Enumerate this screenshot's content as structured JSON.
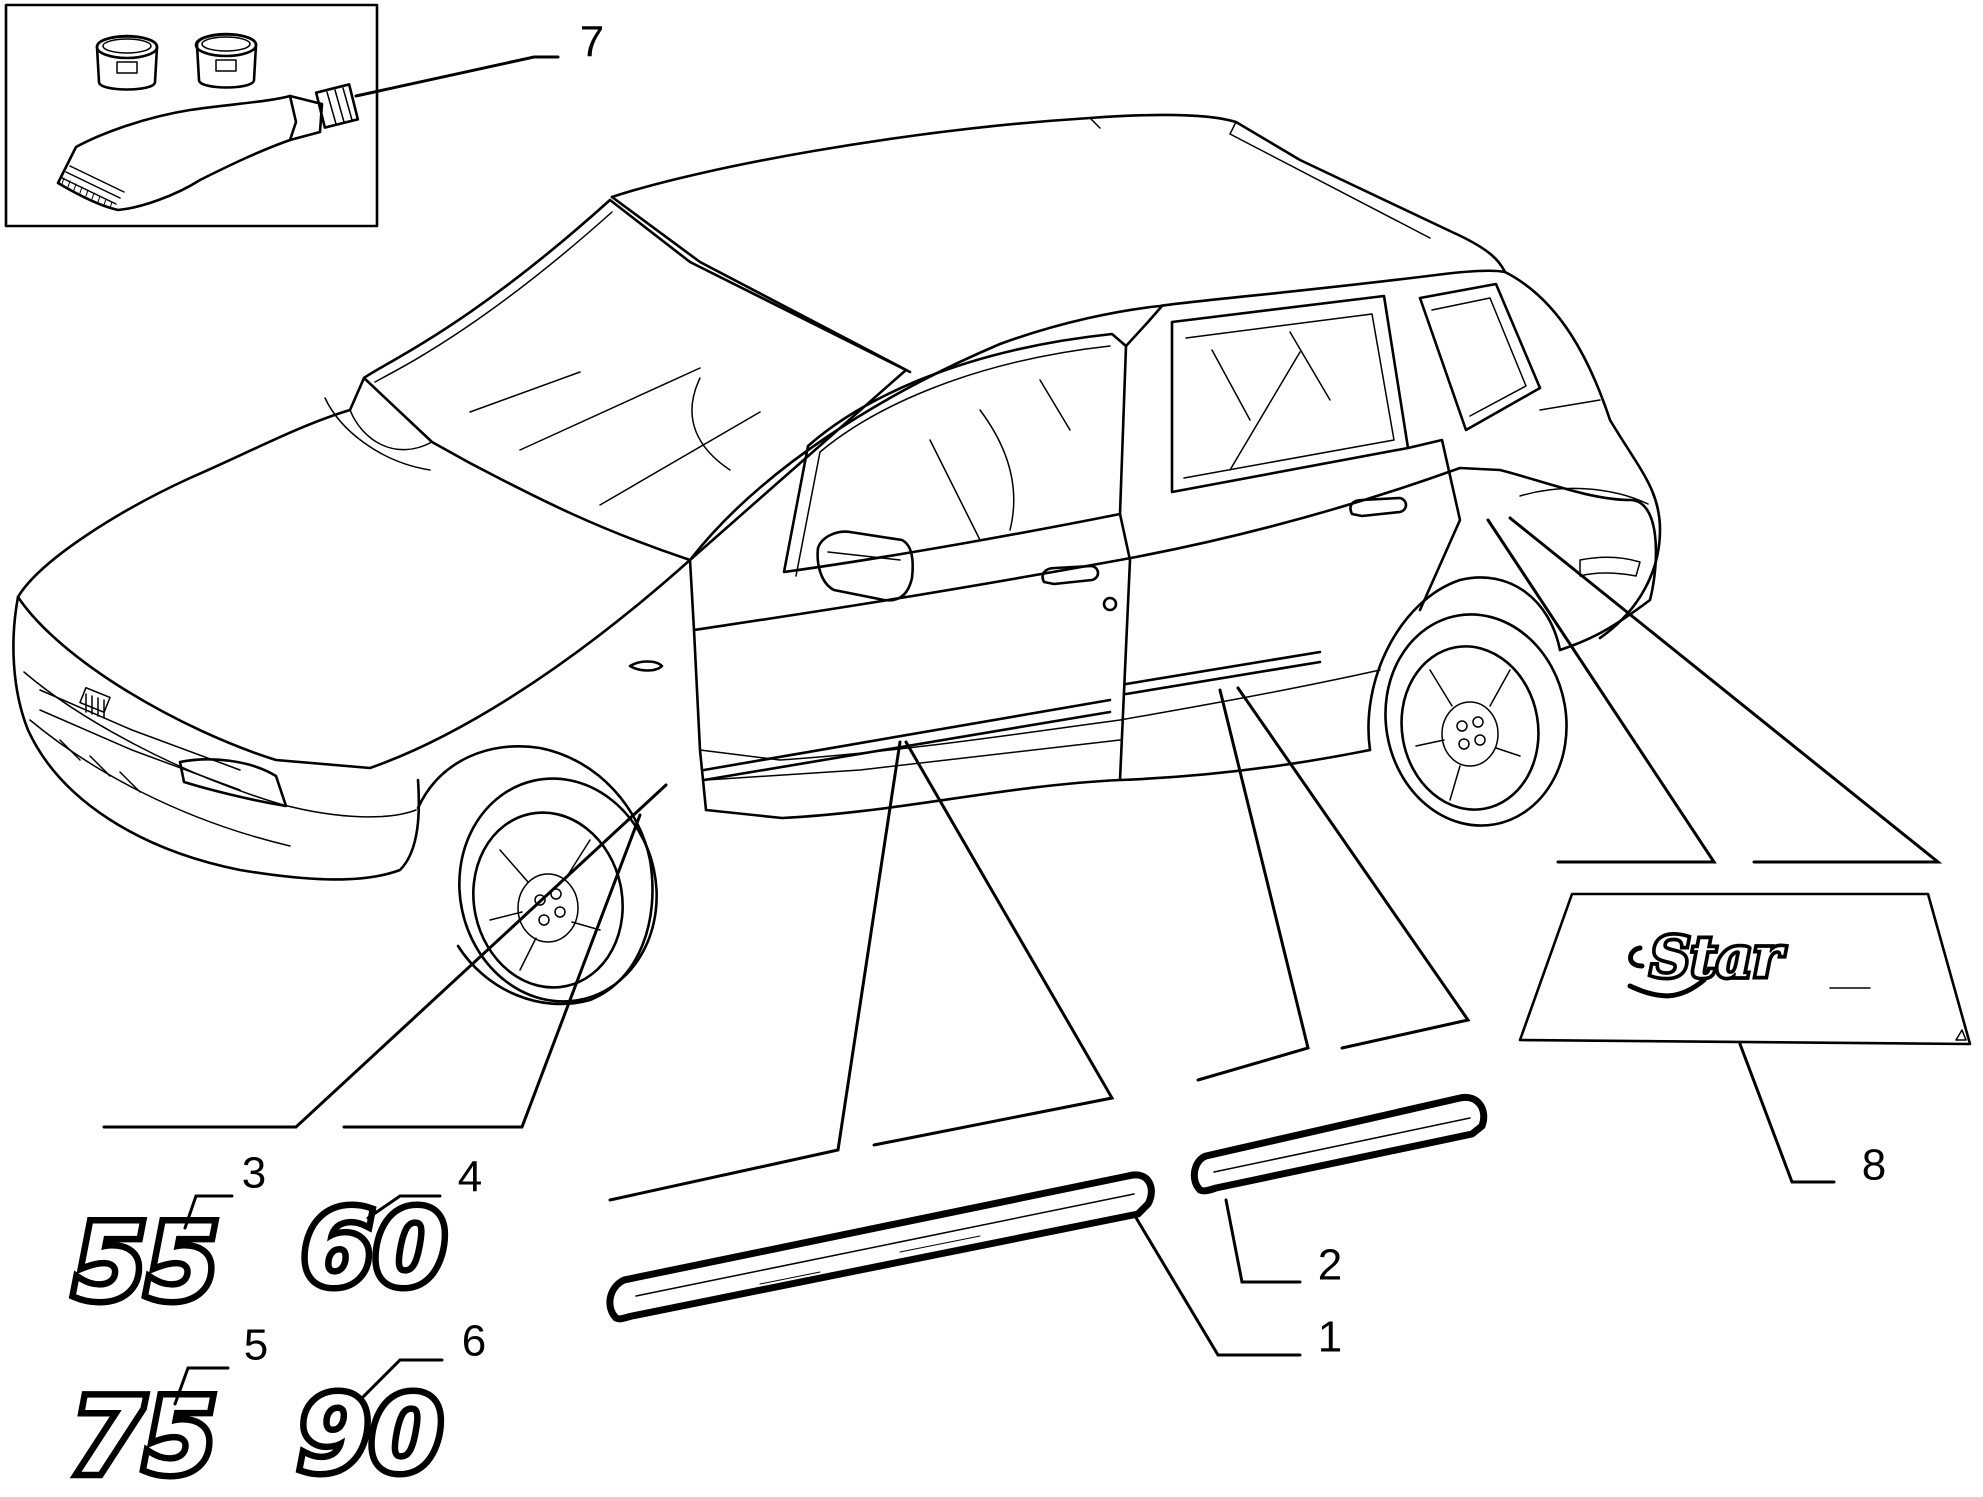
{
  "callouts": {
    "c1": "1",
    "c2": "2",
    "c3": "3",
    "c4": "4",
    "c5": "5",
    "c6": "6",
    "c7": "7",
    "c8": "8"
  },
  "badges": {
    "b55": "55",
    "b60": "60",
    "b75": "75",
    "b90": "90"
  },
  "emblem": {
    "script": "Star"
  }
}
